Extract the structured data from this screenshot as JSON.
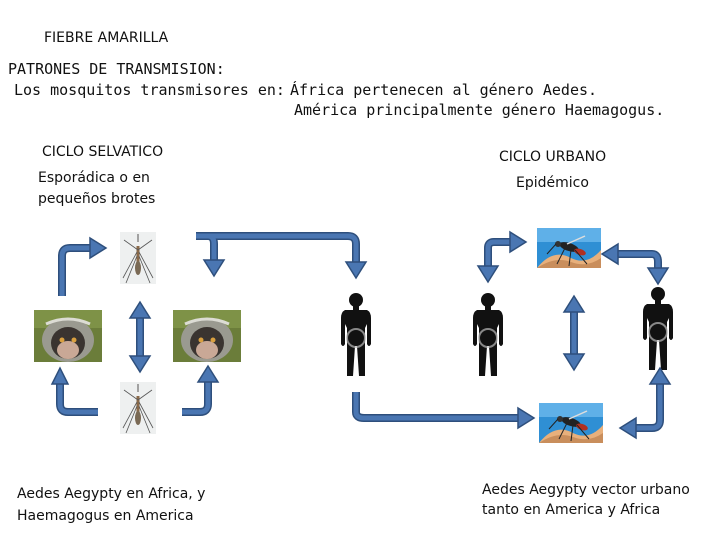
{
  "header": {
    "title": "FIEBRE AMARILLA",
    "patterns_heading": "PATRONES DE TRANSMISION:",
    "mosquitos_prefix": "Los mosquitos transmisores en:",
    "africa_line": "África  pertenecen al género Aedes.",
    "america_line": "América principalmente género Haemagogus."
  },
  "sylvatic": {
    "title": "CICLO SELVATICO",
    "description_line1": "Esporádica o en",
    "description_line2": "pequeños brotes",
    "footer_line1": "Aedes Aegypty en Africa, y",
    "footer_line2": "Haemagogus en America"
  },
  "urban": {
    "title": "CICLO URBANO",
    "description": "Epidémico",
    "footer_line1": "Aedes Aegypty vector urbano",
    "footer_line2": "tanto en America y Africa"
  },
  "colors": {
    "arrow": "#4a76b2",
    "arrow_outline": "#2e4f7c",
    "silhouette": "#111111",
    "sky": "#2f8fd4",
    "skin": "#e8b07c"
  }
}
